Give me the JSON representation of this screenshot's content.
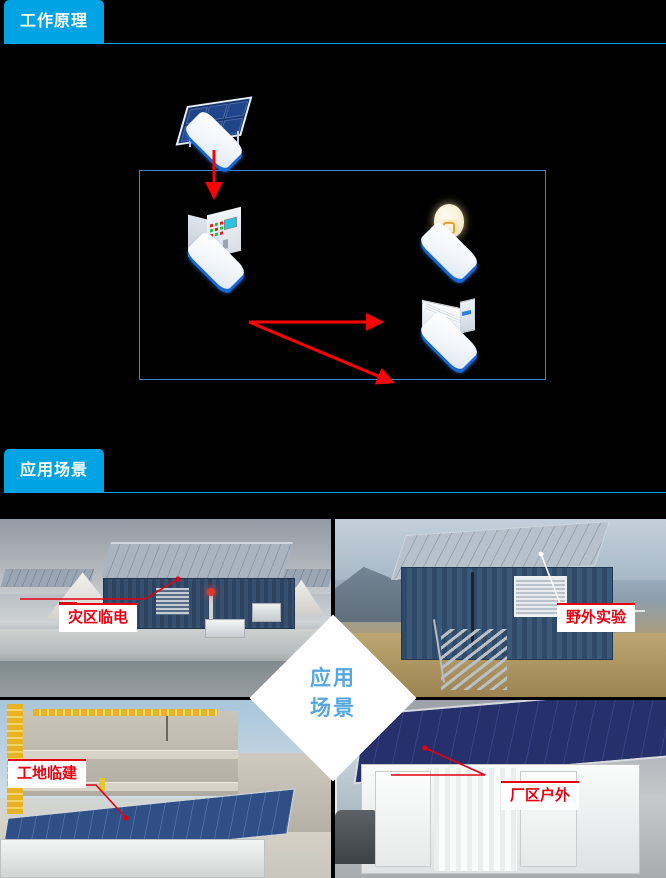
{
  "sections": [
    {
      "tab_label": "工作原理"
    },
    {
      "tab_label": "应用场景"
    }
  ],
  "diagram": {
    "nodes": [
      {
        "id": "solar-panel",
        "icon": "solar-panel-icon"
      },
      {
        "id": "power-cabinet",
        "icon": "inverter-cabinet-icon"
      },
      {
        "id": "light-bulb",
        "icon": "light-bulb-icon"
      },
      {
        "id": "air-conditioner",
        "icon": "air-conditioner-icon"
      }
    ],
    "arrows": [
      {
        "from": "solar-panel",
        "to": "power-cabinet",
        "color": "#ff0000"
      },
      {
        "from": "power-cabinet",
        "to": "light-bulb",
        "color": "#ff0000"
      },
      {
        "from": "power-cabinet",
        "to": "air-conditioner",
        "color": "#ff0000"
      }
    ],
    "border_color": "#3d87c4"
  },
  "scenarios": {
    "badge_line1": "应用",
    "badge_line2": "场景",
    "badge_text_color": "#56a7e0",
    "cells": [
      {
        "position": "top-left",
        "label": "灾区临电",
        "photo": "disaster-relief-container-solar"
      },
      {
        "position": "top-right",
        "label": "野外实验",
        "photo": "hillside-field-lab-container"
      },
      {
        "position": "bottom-left",
        "label": "工地临建",
        "photo": "construction-site-solar-container"
      },
      {
        "position": "bottom-right",
        "label": "厂区户外",
        "photo": "factory-yard-white-container"
      }
    ]
  },
  "colors": {
    "tab_blue": "#00a3e4",
    "label_red": "#e60012",
    "arrow_red": "#ff0000",
    "background": "#000000"
  }
}
